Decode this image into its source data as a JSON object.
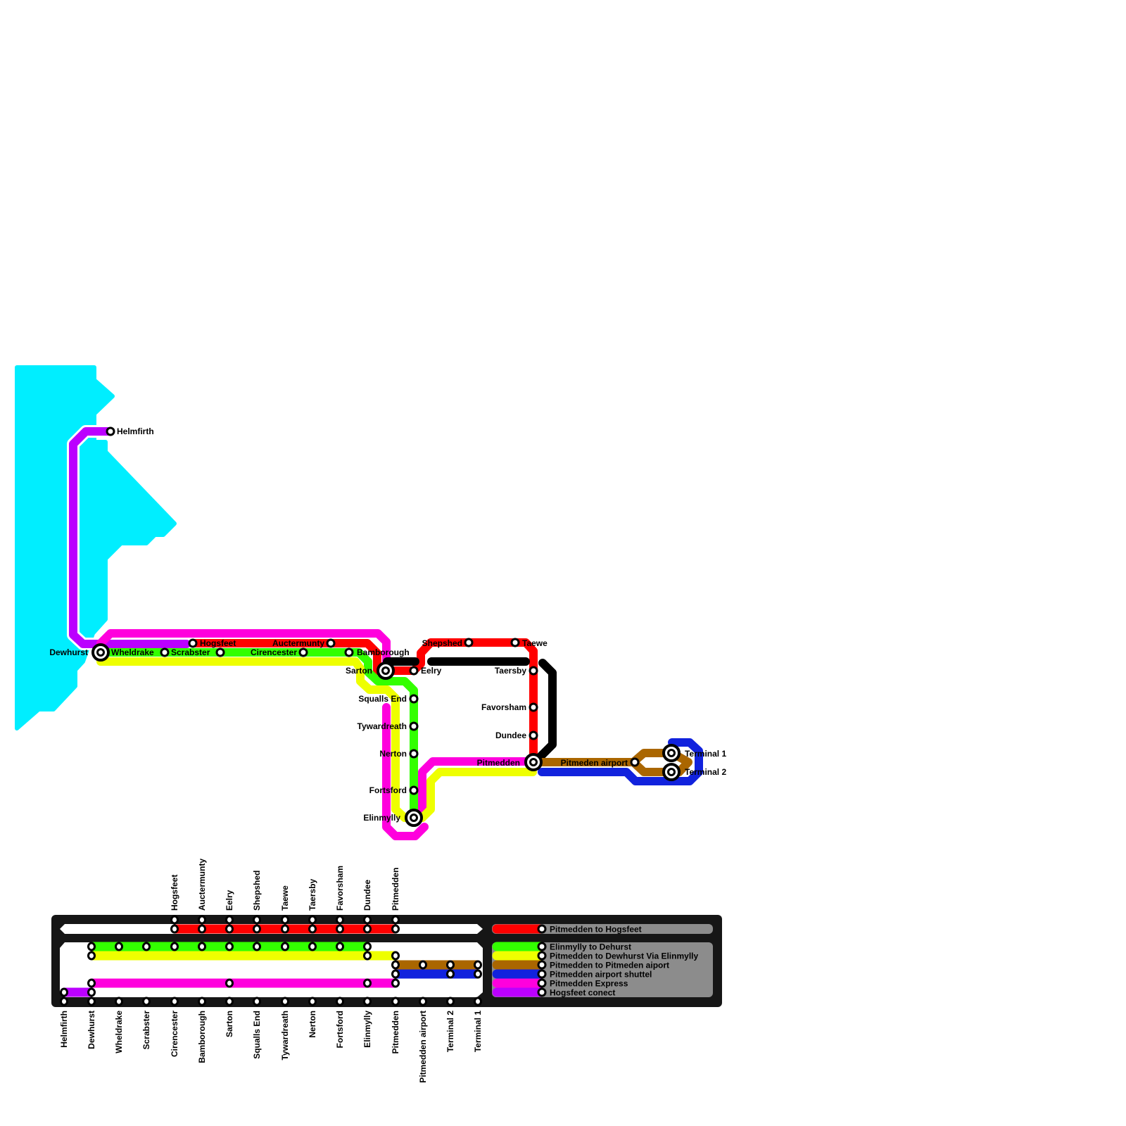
{
  "colors": {
    "water": "#00eeff",
    "red": "#ff0000",
    "green": "#33ff00",
    "yellow": "#eeff00",
    "brown": "#aa6600",
    "blue": "#1122dd",
    "magenta": "#ff00dd",
    "purple": "#bb00ff",
    "black": "#000000",
    "panel": "#161616",
    "legend_bg": "#8c8c8c"
  },
  "map": {
    "stations": {
      "helmfirth": "Helmfirth",
      "dewhurst": "Dewhurst",
      "wheldrake": "Wheldrake",
      "scrabster": "Scrabster",
      "hogsfeet": "Hogsfeet",
      "cirencester": "Cirencester",
      "auctermunty": "Auctermunty",
      "bamborough": "Bamborough",
      "sarton": "Sarton",
      "eelry": "Eelry",
      "shepshed": "Shepshed",
      "taewe": "Taewe",
      "taersby": "Taersby",
      "favorsham": "Favorsham",
      "dundee": "Dundee",
      "pitmedden": "Pitmedden",
      "squalls_end": "Squalls End",
      "tywardreath": "Tywardreath",
      "nerton": "Nerton",
      "fortsford": "Fortsford",
      "elinmylly": "Elinmylly",
      "pitmeden_airport": "Pitmeden airport",
      "terminal1": "Terminal 1",
      "terminal2": "Terminal 2"
    }
  },
  "diagram": {
    "top_labels": [
      "Hogsfeet",
      "Auctermunty",
      "Eelry",
      "Shepshed",
      "Taewe",
      "Taersby",
      "Favorsham",
      "Dundee",
      "Pitmedden"
    ],
    "bottom_labels": [
      "Helmfirth",
      "Dewhurst",
      "Wheldrake",
      "Scrabster",
      "Cirencester",
      "Bamborough",
      "Sarton",
      "Squalls End",
      "Tywardreath",
      "Nerton",
      "Fortsford",
      "Elinmylly",
      "Pitmedden",
      "Pitmedden airport",
      "Terminal 2",
      "Terminal 1"
    ]
  },
  "legend": [
    {
      "name": "Pitmedden to Hogsfeet",
      "color": "#ff0000"
    },
    {
      "name": "Elinmylly to Dehurst",
      "color": "#33ff00"
    },
    {
      "name": "Pitmedden to Dewhurst Via Elinmylly",
      "color": "#eeff00"
    },
    {
      "name": "Pitmedden to Pitmeden aiport",
      "color": "#aa6600"
    },
    {
      "name": "Pitmedden airport shuttel",
      "color": "#1122dd"
    },
    {
      "name": "Pitmedden Express",
      "color": "#ff00dd"
    },
    {
      "name": "Hogsfeet conect",
      "color": "#bb00ff"
    }
  ]
}
